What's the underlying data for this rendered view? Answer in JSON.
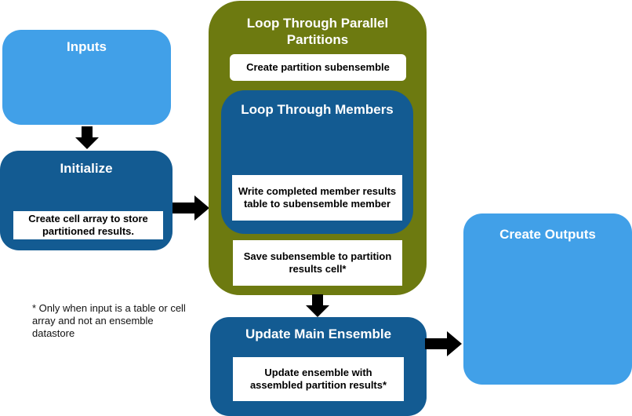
{
  "inputs": {
    "title": "Inputs"
  },
  "initialize": {
    "title": "Initialize",
    "step": "Create cell array to store partitioned results."
  },
  "partitions": {
    "title": "Loop Through Parallel Partitions",
    "create_step": "Create partition subensemble",
    "members": {
      "title": "Loop Through Members",
      "step": "Write completed member results table to subensemble member"
    },
    "save_step": "Save subensemble to partition results cell*"
  },
  "update": {
    "title": "Update Main Ensemble",
    "step": "Update ensemble with assembled partition results*"
  },
  "outputs": {
    "title": "Create Outputs"
  },
  "footnote": "* Only when input is a table or cell array and not an ensemble datastore",
  "colors": {
    "light_blue": "#41a0e8",
    "dark_blue": "#135b92",
    "olive": "#6d7a10",
    "arrow": "#000000"
  }
}
